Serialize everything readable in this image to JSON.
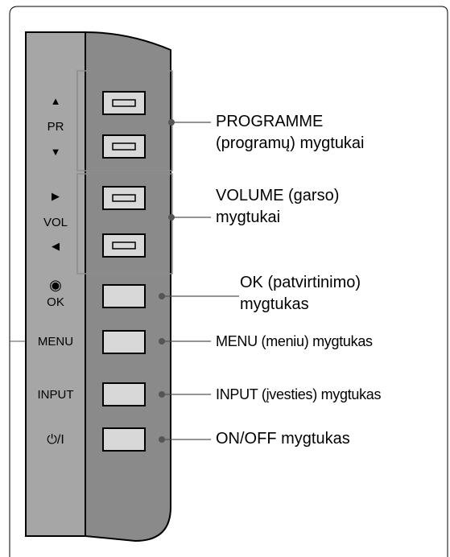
{
  "panel": {
    "pr_label": "PR",
    "vol_label": "VOL",
    "ok_label": "OK",
    "menu_label": "MENU",
    "input_label": "INPUT",
    "power_label": "⏻/I",
    "up_glyph": "▲",
    "down_glyph": "▼",
    "right_glyph": "▶",
    "left_glyph": "◀",
    "ok_glyph": "◉",
    "colors": {
      "left_strip": "#a6a6a6",
      "right_strip": "#8a8a8a",
      "button_face": "#d8d8d8",
      "outline": "#000000",
      "leader": "#555555",
      "group_box": "#8c8c8c"
    }
  },
  "callouts": {
    "programme": {
      "line1": "PROGRAMME",
      "line2": "(programų) mygtukai"
    },
    "volume": {
      "line1": "VOLUME (garso)",
      "line2": "mygtukai"
    },
    "ok": {
      "line1": "OK (patvirtinimo)",
      "line2": "mygtukas"
    },
    "menu": "MENU (meniu) mygtukas",
    "input": "INPUT (įvesties) mygtukas",
    "power": "ON/OFF mygtukas"
  }
}
